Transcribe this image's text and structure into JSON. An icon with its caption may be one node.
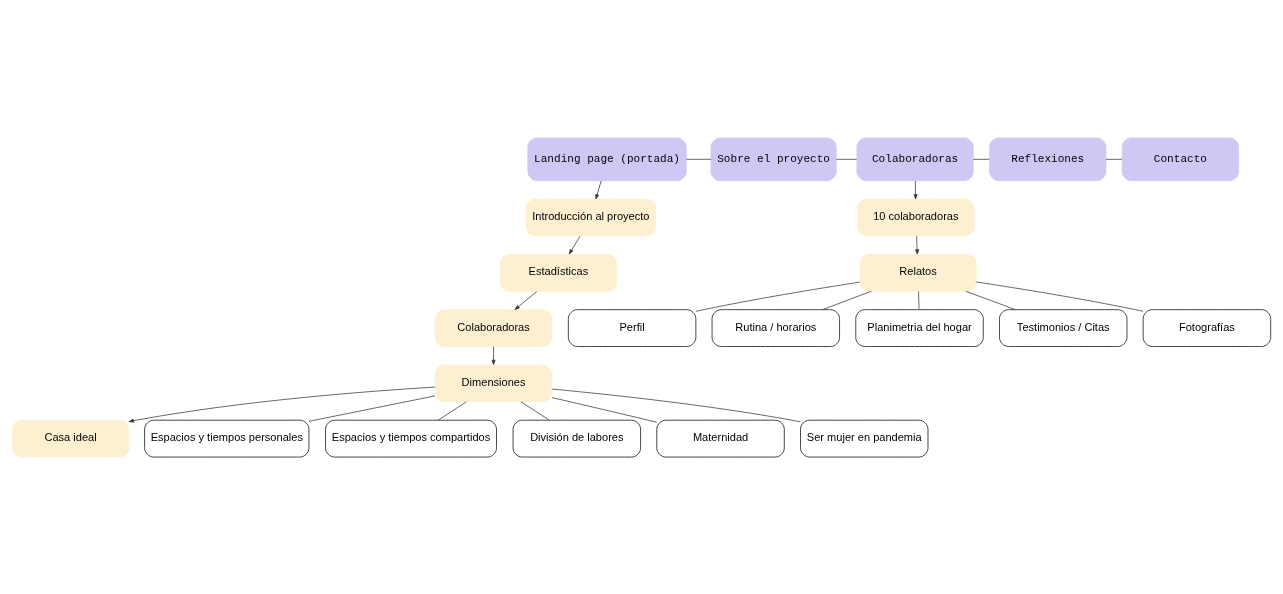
{
  "diagram": {
    "nodes": [
      {
        "text": [
          "Landing page (portada)"
        ]
      },
      {
        "text": [
          "Sobre el proyecto"
        ]
      },
      {
        "text": [
          "Colaboradoras"
        ]
      },
      {
        "text": [
          "Reflexiones"
        ]
      },
      {
        "text": [
          "Contacto"
        ]
      },
      {
        "text": [
          "Introducción al proyecto"
        ]
      },
      {
        "text": [
          "Estadísticas"
        ]
      },
      {
        "text": [
          "Colaboradoras"
        ]
      },
      {
        "text": [
          "Dimensiones"
        ]
      },
      {
        "text": [
          "Casa ideal"
        ]
      },
      {
        "text": [
          "Espacios y tiempos personales"
        ]
      },
      {
        "text": [
          "Espacios y tiempos compartidos"
        ]
      },
      {
        "text": [
          "División de labores"
        ]
      },
      {
        "text": [
          "Maternidad"
        ]
      },
      {
        "text": [
          "Ser mujer en pandemia"
        ]
      },
      {
        "text": [
          "10 colaboradoras"
        ]
      },
      {
        "text": [
          "Relatos"
        ]
      },
      {
        "text": [
          "Perfil"
        ]
      },
      {
        "text": [
          "Rutina / horarios"
        ]
      },
      {
        "text": [
          "Planimetria del hogar"
        ]
      },
      {
        "text": [
          "Testimonios / Citas"
        ]
      },
      {
        "text": [
          "Fotografías"
        ]
      }
    ],
    "edges": [
      {
        "from": 0,
        "to": 1,
        "arrow": "none"
      },
      {
        "from": 1,
        "to": 2,
        "arrow": "none"
      },
      {
        "from": 2,
        "to": 3,
        "arrow": "none"
      },
      {
        "from": 3,
        "to": 4,
        "arrow": "none"
      },
      {
        "from": 0,
        "to": 5,
        "arrow": "to"
      },
      {
        "from": 5,
        "to": 6,
        "arrow": "to"
      },
      {
        "from": 6,
        "to": 7,
        "arrow": "to"
      },
      {
        "from": 7,
        "to": 8,
        "arrow": "to"
      },
      {
        "from": 8,
        "to": 9,
        "arrow": "to"
      },
      {
        "from": 8,
        "to": 10,
        "arrow": "none"
      },
      {
        "from": 8,
        "to": 11,
        "arrow": "none"
      },
      {
        "from": 8,
        "to": 12,
        "arrow": "none"
      },
      {
        "from": 8,
        "to": 13,
        "arrow": "none"
      },
      {
        "from": 8,
        "to": 14,
        "arrow": "none"
      },
      {
        "from": 2,
        "to": 15,
        "arrow": "to"
      },
      {
        "from": 15,
        "to": 16,
        "arrow": "to"
      },
      {
        "from": 16,
        "to": 17,
        "arrow": "none"
      },
      {
        "from": 16,
        "to": 18,
        "arrow": "none"
      },
      {
        "from": 16,
        "to": 19,
        "arrow": "none"
      },
      {
        "from": 16,
        "to": 20,
        "arrow": "none"
      },
      {
        "from": 16,
        "to": 21,
        "arrow": "none"
      }
    ]
  }
}
